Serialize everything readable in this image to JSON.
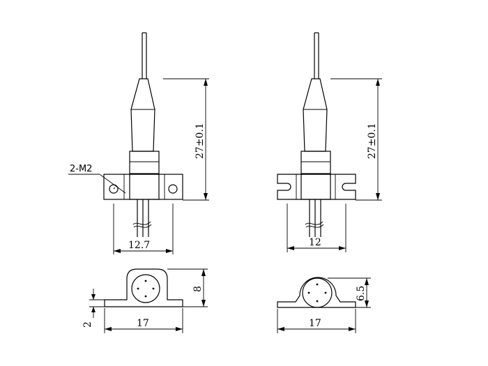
{
  "labels": {
    "left_height": "27±0.1",
    "right_height": "27±0.1",
    "thread_note": "2-M2",
    "left_width": "12.7",
    "right_width": "12",
    "bottom_left_width": "17",
    "bottom_left_height": "8",
    "bottom_left_flange": "2",
    "bottom_right_width": "17",
    "bottom_right_height": "6.5"
  }
}
